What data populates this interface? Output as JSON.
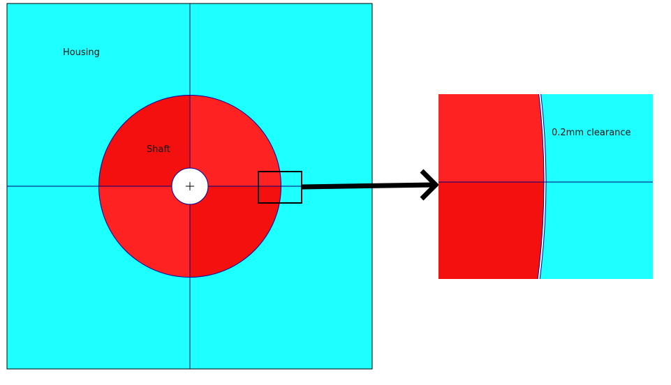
{
  "labels": {
    "housing": "Housing",
    "shaft": "Shaft",
    "clearance": "0.2mm clearance"
  },
  "colors": {
    "housing": "#1effff",
    "shaft_light": "#ff2222",
    "shaft_dark": "#f51010",
    "outline": "#0000a0",
    "gap": "#ffffff"
  }
}
